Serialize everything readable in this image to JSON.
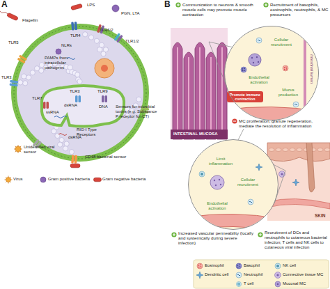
{
  "diagram": {
    "nodes": [
      {
        "text": [
          "Cellular recruitment",
          "Endothelial activation",
          "Mucus production",
          "Intestinal lumen"
        ]
      },
      {
        "text": [
          "Limit inflammation",
          "Cellular recruitment",
          "Endothelial activation"
        ]
      }
    ],
    "labels": [
      "A",
      "Flagellin",
      "LPS",
      "PGN, LTA",
      "TLR4",
      "TLR6/2",
      "TLR1/2",
      "TLR5",
      "NLRs",
      "PAMPs from intracellular pathogens",
      "TLR3",
      "TLR3",
      "TLR9",
      "TLR7",
      "dsRNA",
      "DNA",
      "ssRNA",
      "RIG-I Type Receptors",
      "dsRNA",
      "Sensors for microbial toxins (e.g. Substance P receptor for CT)",
      "Unidentified viral sensor",
      "CD48 bacterial sensor",
      "B",
      "Communication to neurons & smooth muscle cells may promote muscle contraction",
      "Recruitment of basophils, eosinophils, neutrophils, & MC precursors",
      "Promote immune contraction",
      "INTESTINAL MUCOSA",
      "MC proliferation, granule regeneration, mediate the resolution of inflammation",
      "SKIN",
      "Increased vascular permeability (locally and systemically during severe infection)",
      "Recruitment of DCs and neutrophils to cutaneous bacterial infection; T cells and NK cells to cutaneous viral infection"
    ],
    "legend": [
      {
        "text": "Virus"
      },
      {
        "text": "Gram positive bacteria"
      },
      {
        "text": "Gram negative bacteria"
      },
      {
        "text": "Eosinophil"
      },
      {
        "text": "Basophil"
      },
      {
        "text": "NK cell"
      },
      {
        "text": "Dendritic cell"
      },
      {
        "text": "Neutrophil"
      },
      {
        "text": "Connective tissue MC"
      },
      {
        "text": "T cell"
      },
      {
        "text": "Mucosal MC"
      }
    ]
  }
}
